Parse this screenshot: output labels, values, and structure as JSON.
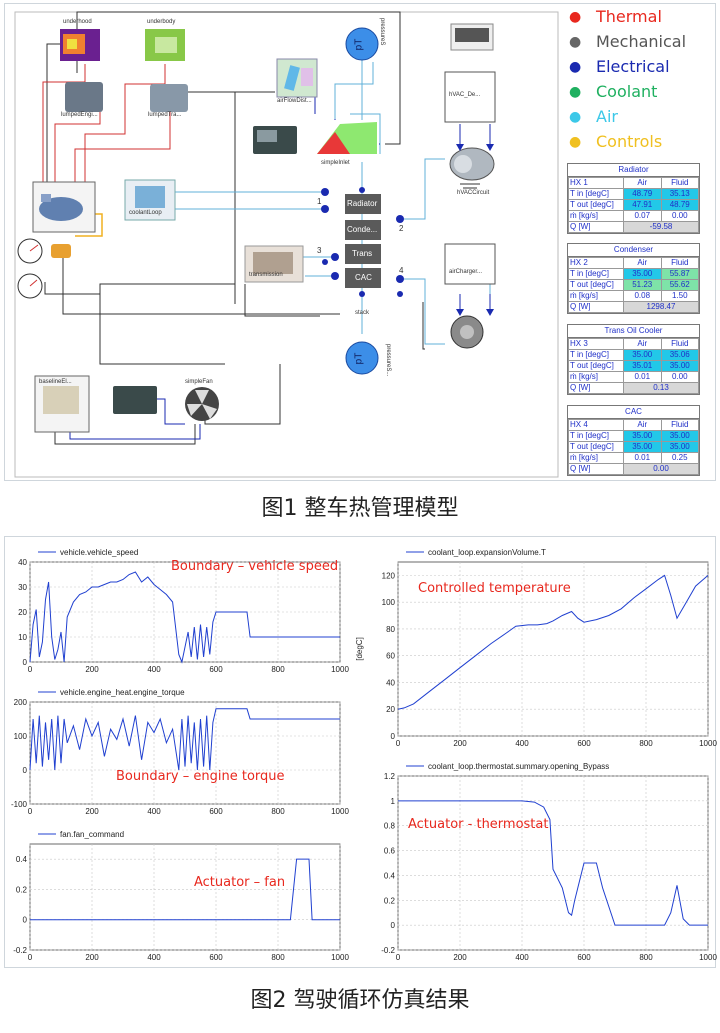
{
  "captions": {
    "fig1": "图1 整车热管理模型",
    "fig2": "图2 驾驶循环仿真结果"
  },
  "legend": [
    {
      "label": "Thermal",
      "color": "#e8281e"
    },
    {
      "label": "Mechanical",
      "color": "#666666"
    },
    {
      "label": "Electrical",
      "color": "#1a2ab0"
    },
    {
      "label": "Coolant",
      "color": "#1fb060"
    },
    {
      "label": "Air",
      "color": "#3cc8e8"
    },
    {
      "label": "Controls",
      "color": "#f0c020"
    }
  ],
  "components": {
    "underhood": "underhood",
    "underbody": "underbody",
    "lumpedEngine": "lumpedEngi...",
    "lumpedTrans": "lumpedTra...",
    "airFlowDist": "airFlowDist...",
    "simpleInlet": "simpleInlet",
    "coolantLoop": "coolantLoop",
    "transmission": "transmission",
    "hvacDe": "hVAC_De...",
    "hvacCircuit": "hVACCircuit",
    "airCharger": "airCharger...",
    "baseline": "baselineEl...",
    "simpleFan": "simpleFan",
    "stack": "stack",
    "pressure_top": "pressureS",
    "pressure_bottom": "pressureS...",
    "pT": "pT",
    "stack_blocks": [
      "Radiator",
      "Conde...",
      "Trans",
      "CAC"
    ],
    "ports": [
      "1",
      "2",
      "3",
      "4"
    ]
  },
  "hx_tables": [
    {
      "title": "Radiator",
      "hx": "HX 1",
      "air": "Air",
      "fluid": "Fluid",
      "tin_label": "T in [degC]",
      "tout_label": "T out [degC]",
      "m_label": "ṁ [kg/s]",
      "q_label": "Q [W]",
      "tin": [
        "48.79",
        "35.13"
      ],
      "tout": [
        "47.91",
        "48.79"
      ],
      "m": [
        "0.07",
        "0.00"
      ],
      "q": "-59.58"
    },
    {
      "title": "Condenser",
      "hx": "HX 2",
      "air": "Air",
      "fluid": "Fluid",
      "tin_label": "T in [degC]",
      "tout_label": "T out [degC]",
      "m_label": "ṁ [kg/s]",
      "q_label": "Q [W]",
      "tin": [
        "35.00",
        "55.87"
      ],
      "tout": [
        "51.23",
        "55.62"
      ],
      "m": [
        "0.08",
        "1.50"
      ],
      "q": "1298.47"
    },
    {
      "title": "Trans Oil Cooler",
      "hx": "HX 3",
      "air": "Air",
      "fluid": "Fluid",
      "tin_label": "T in [degC]",
      "tout_label": "T out [degC]",
      "m_label": "ṁ [kg/s]",
      "q_label": "Q [W]",
      "tin": [
        "35.00",
        "35.06"
      ],
      "tout": [
        "35.01",
        "35.00"
      ],
      "m": [
        "0.01",
        "0.00"
      ],
      "q": "0.13"
    },
    {
      "title": "CAC",
      "hx": "HX 4",
      "air": "Air",
      "fluid": "Fluid",
      "tin_label": "T in [degC]",
      "tout_label": "T out [degC]",
      "m_label": "ṁ [kg/s]",
      "q_label": "Q [W]",
      "tin": [
        "35.00",
        "35.00"
      ],
      "tout": [
        "35.00",
        "35.00"
      ],
      "m": [
        "0.01",
        "0.25"
      ],
      "q": "0.00"
    }
  ],
  "chart_data": [
    {
      "type": "line",
      "title": "vehicle.vehicle_speed",
      "annotation": "Boundary – vehicle speed",
      "xlim": [
        0,
        1000
      ],
      "ylim": [
        0,
        40
      ],
      "xticks": [
        0,
        200,
        400,
        600,
        800,
        1000
      ],
      "yticks": [
        0,
        10,
        20,
        30,
        40
      ],
      "x": [
        0,
        10,
        20,
        30,
        40,
        50,
        60,
        70,
        80,
        90,
        100,
        110,
        120,
        140,
        160,
        180,
        200,
        220,
        240,
        260,
        280,
        300,
        320,
        340,
        360,
        380,
        400,
        420,
        440,
        460,
        480,
        490,
        500,
        510,
        520,
        530,
        540,
        550,
        560,
        570,
        580,
        590,
        600,
        620,
        700,
        710,
        1000
      ],
      "y": [
        0,
        15,
        21,
        2,
        8,
        25,
        32,
        10,
        1,
        5,
        12,
        0,
        18,
        24,
        27,
        28,
        30,
        30,
        31,
        32,
        32,
        33,
        35,
        36,
        32,
        34,
        31,
        29,
        27,
        24,
        3,
        0,
        6,
        12,
        2,
        14,
        1,
        15,
        2,
        14,
        3,
        16,
        20,
        20,
        20,
        10,
        10
      ]
    },
    {
      "type": "line",
      "title": "vehicle.engine_heat.engine_torque",
      "annotation": "Boundary – engine torque",
      "xlim": [
        0,
        1000
      ],
      "ylim": [
        -100,
        200
      ],
      "xticks": [
        0,
        200,
        400,
        600,
        800,
        1000
      ],
      "yticks": [
        -100,
        0,
        100,
        200
      ],
      "x": [
        0,
        10,
        20,
        30,
        40,
        50,
        60,
        70,
        80,
        90,
        100,
        110,
        120,
        140,
        160,
        180,
        200,
        220,
        240,
        260,
        280,
        300,
        320,
        340,
        360,
        380,
        400,
        420,
        440,
        460,
        480,
        490,
        500,
        510,
        520,
        530,
        540,
        550,
        560,
        570,
        580,
        590,
        600,
        620,
        700,
        710,
        1000
      ],
      "y": [
        0,
        150,
        20,
        160,
        10,
        140,
        30,
        150,
        0,
        160,
        20,
        150,
        80,
        130,
        60,
        150,
        100,
        140,
        40,
        120,
        90,
        150,
        70,
        160,
        30,
        140,
        110,
        150,
        80,
        120,
        0,
        150,
        10,
        160,
        20,
        140,
        0,
        150,
        10,
        160,
        0,
        140,
        180,
        180,
        180,
        150,
        150
      ]
    },
    {
      "type": "line",
      "title": "fan.fan_command",
      "annotation": "Actuator – fan",
      "xlim": [
        0,
        1000
      ],
      "ylim": [
        -0.2,
        0.5
      ],
      "xticks": [
        0,
        200,
        400,
        600,
        800,
        1000
      ],
      "yticks": [
        -0.2,
        0,
        0.2,
        0.4
      ],
      "x": [
        0,
        840,
        860,
        880,
        900,
        910,
        1000
      ],
      "y": [
        0,
        0,
        0.4,
        0.4,
        0.4,
        0,
        0
      ]
    },
    {
      "type": "line",
      "title": "coolant_loop.expansionVolume.T",
      "annotation": "Controlled temperature",
      "xlim": [
        0,
        1000
      ],
      "ylim": [
        0,
        130
      ],
      "xticks": [
        0,
        200,
        400,
        600,
        800,
        1000
      ],
      "yticks": [
        0,
        20,
        40,
        60,
        80,
        100,
        120
      ],
      "ylabel": "[degC]",
      "x": [
        0,
        20,
        50,
        100,
        150,
        200,
        250,
        300,
        350,
        380,
        420,
        450,
        480,
        500,
        530,
        560,
        580,
        600,
        640,
        680,
        720,
        760,
        800,
        840,
        860,
        880,
        900,
        930,
        960,
        1000
      ],
      "y": [
        20,
        21,
        24,
        33,
        42,
        51,
        60,
        69,
        77,
        82,
        83,
        83,
        84,
        86,
        90,
        93,
        88,
        85,
        87,
        90,
        95,
        103,
        110,
        117,
        120,
        105,
        88,
        100,
        112,
        120
      ]
    },
    {
      "type": "line",
      "title": "coolant_loop.thermostat.summary.opening_Bypass",
      "annotation": "Actuator - thermostat",
      "xlim": [
        0,
        1000
      ],
      "ylim": [
        -0.2,
        1.2
      ],
      "xticks": [
        0,
        200,
        400,
        600,
        800,
        1000
      ],
      "yticks": [
        -0.2,
        0,
        0.2,
        0.4,
        0.6,
        0.8,
        1.0,
        1.2
      ],
      "x": [
        0,
        300,
        400,
        440,
        470,
        490,
        500,
        510,
        530,
        550,
        560,
        570,
        580,
        600,
        620,
        640,
        660,
        700,
        860,
        880,
        900,
        920,
        940,
        1000
      ],
      "y": [
        1,
        1,
        1,
        0.99,
        0.95,
        0.85,
        0.45,
        0.4,
        0.3,
        0.1,
        0.08,
        0.2,
        0.3,
        0.5,
        0.5,
        0.5,
        0.3,
        0,
        0,
        0.1,
        0.32,
        0.05,
        0,
        0
      ]
    }
  ]
}
